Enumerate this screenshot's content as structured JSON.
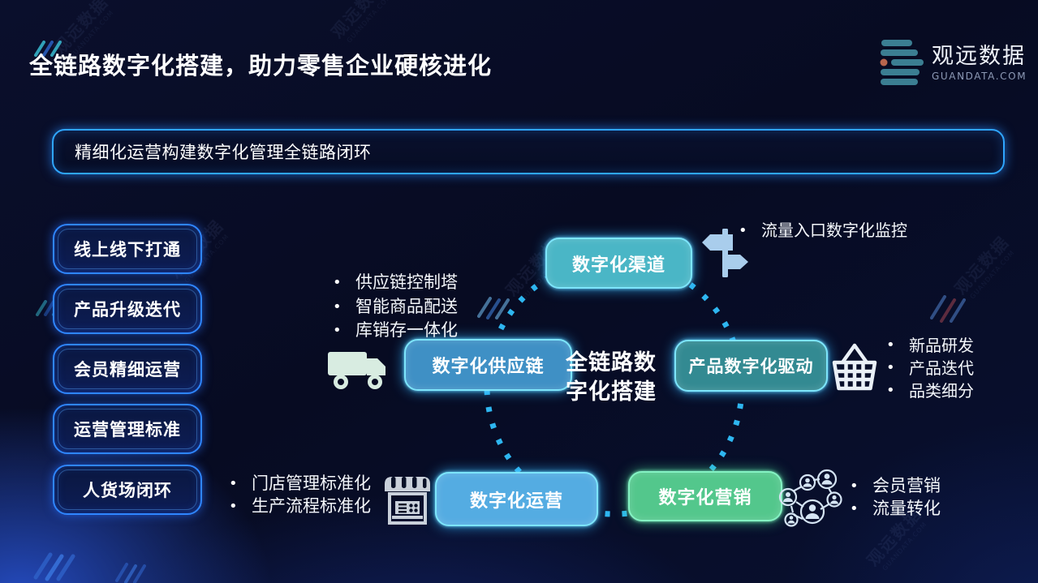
{
  "title": "全链路数字化搭建，助力零售企业硬核进化",
  "logo": {
    "name": "观远数据",
    "domain": "GUANDATA.COM"
  },
  "banner": {
    "text": "精细化运营构建数字化管理全链路闭环"
  },
  "sidebar": {
    "items": [
      "线上线下打通",
      "产品升级迭代",
      "会员精细运营",
      "运营管理标准",
      "人货场闭环"
    ]
  },
  "diagram": {
    "center": {
      "line1": "全链路数",
      "line2": "字化搭建"
    },
    "nodes": [
      {
        "id": "channel",
        "label": "数字化渠道",
        "color": "#4ab6c6"
      },
      {
        "id": "supply",
        "label": "数字化供应链",
        "color": "#3f90c5"
      },
      {
        "id": "product",
        "label": "产品数字化驱动",
        "color": "#338a92"
      },
      {
        "id": "operation",
        "label": "数字化运营",
        "color": "#54ace2"
      },
      {
        "id": "marketing",
        "label": "数字化营销",
        "color": "#53c78c"
      }
    ],
    "annotations": {
      "channel": {
        "icon": "signpost-icon",
        "items": [
          "流量入口数字化监控"
        ]
      },
      "supply": {
        "icon": "truck-icon",
        "items": [
          "供应链控制塔",
          "智能商品配送",
          "库销存一体化"
        ]
      },
      "product": {
        "icon": "shopping-basket-icon",
        "items": [
          "新品研发",
          "产品迭代",
          "品类细分"
        ]
      },
      "operation": {
        "icon": "storefront-icon",
        "items": [
          "门店管理标准化",
          "生产流程标准化"
        ]
      },
      "marketing": {
        "icon": "people-network-icon",
        "items": [
          "会员营销",
          "流量转化"
        ]
      }
    }
  },
  "watermark": {
    "text": "观远数据",
    "subtext": "GUANDATA.COM"
  },
  "colors": {
    "background_dark": "#070b22",
    "background_glow": "#264ec6",
    "pill_border": "#2f86ff",
    "banner_border": "#2fa6ff",
    "circle_dash": "#2eb6f0",
    "node_glow": "#7de5fb",
    "marketing_glow": "#84f2c3",
    "logo_bar": "#3b7e92",
    "logo_dot": "#b7664d"
  }
}
